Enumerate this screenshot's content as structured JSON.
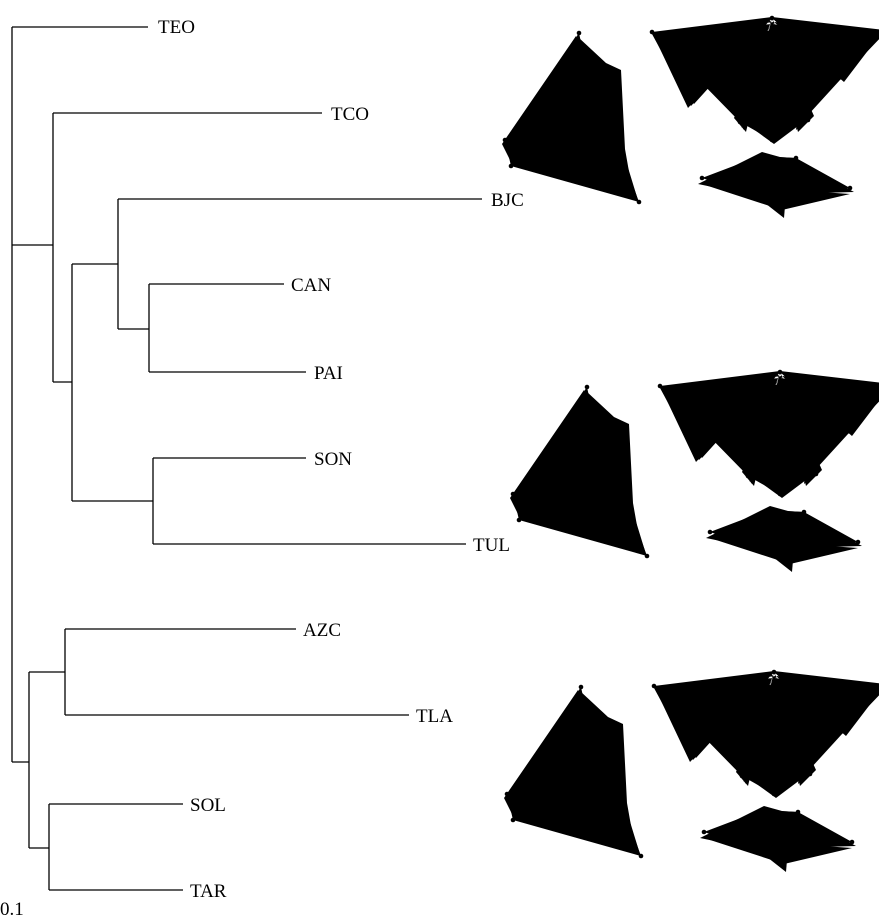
{
  "tree": {
    "taxa": [
      "TEO",
      "TCO",
      "BJC",
      "CAN",
      "PAI",
      "SON",
      "TUL",
      "AZC",
      "TLA",
      "SOL",
      "TAR"
    ],
    "scale_label": "0.1"
  },
  "shape_panels": [
    {
      "name": "top",
      "icon": "wing-shape-overlay"
    },
    {
      "name": "middle",
      "icon": "wing-shape-overlay"
    },
    {
      "name": "bottom",
      "icon": "wing-shape-overlay"
    }
  ]
}
